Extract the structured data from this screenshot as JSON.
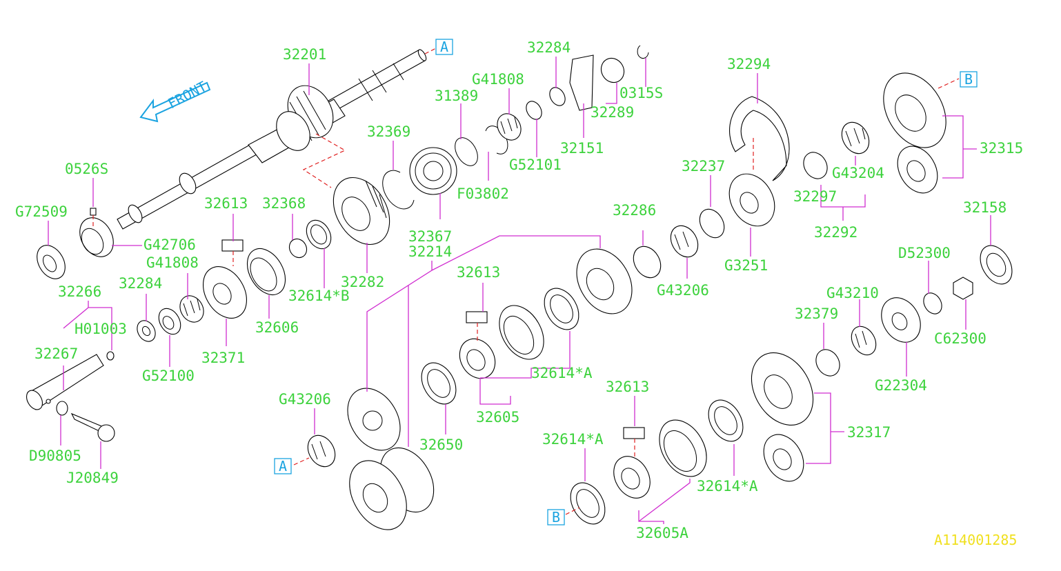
{
  "labels": {
    "p32201": "32201",
    "p32284a": "32284",
    "p32294": "32294",
    "p0315s": "0315S",
    "p32289": "32289",
    "p32151": "32151",
    "pG41808a": "G41808",
    "p31389": "31389",
    "pG52101": "G52101",
    "p32369": "32369",
    "pF03802": "F03802",
    "p32367": "32367",
    "p32315": "32315",
    "pG43204": "G43204",
    "p32237": "32237",
    "p32297": "32297",
    "p32292": "32292",
    "p0526s": "0526S",
    "pG72509": "G72509",
    "pG42706": "G42706",
    "p32613a": "32613",
    "p32368": "32368",
    "pG41808b": "G41808",
    "p32284b": "32284",
    "p32266": "32266",
    "pH01003": "H01003",
    "p32267": "32267",
    "pG52100": "G52100",
    "p32371": "32371",
    "p32606": "32606",
    "p32614b": "32614*B",
    "p32282": "32282",
    "p32214": "32214",
    "p32286": "32286",
    "pG3251": "G3251",
    "pG43206a": "G43206",
    "p32158": "32158",
    "pD52300": "D52300",
    "pG43210": "G43210",
    "p32379": "32379",
    "pC62300": "C62300",
    "pG22304": "G22304",
    "p32613b": "32613",
    "p32614a1": "32614*A",
    "p32605": "32605",
    "p32650": "32650",
    "pG43206b": "G43206",
    "p32317": "32317",
    "p32613c": "32613",
    "p32614a2": "32614*A",
    "p32614a3": "32614*A",
    "p32605a": "32605A",
    "pD90805": "D90805",
    "pJ20849": "J20849"
  },
  "refs": {
    "a_top": "A",
    "a_bottom": "A",
    "b_top": "B",
    "b_bottom": "B"
  },
  "front_arrow": "FRONT",
  "diagram_code": "A114001285",
  "colors": {
    "label": "#3cd23c",
    "leader": "#d02cd0",
    "reference": "#1aa3e0",
    "hidden_line": "#e02020",
    "code": "#f0e020"
  }
}
